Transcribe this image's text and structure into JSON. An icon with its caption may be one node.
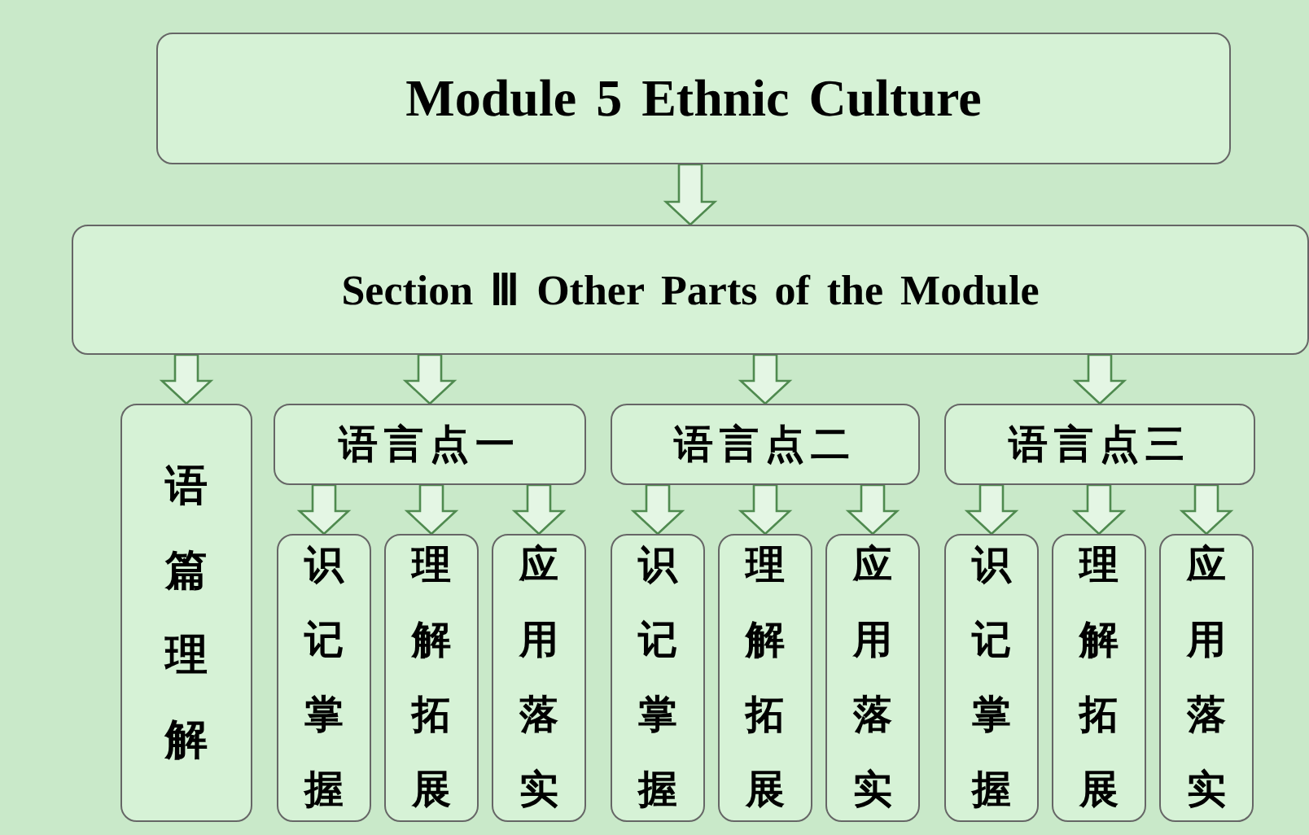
{
  "diagram": {
    "nodes": [
      {
        "text": [
          "Module 5 Ethnic Culture"
        ]
      },
      {
        "text": [
          "Section Ⅲ Other Parts of the Module"
        ]
      },
      {
        "text": [
          "语篇理解"
        ]
      },
      {
        "text": [
          "语言点一"
        ]
      },
      {
        "text": [
          "语言点二"
        ]
      },
      {
        "text": [
          "语言点三"
        ]
      },
      {
        "text": [
          "识记掌握"
        ]
      },
      {
        "text": [
          "理解拓展"
        ]
      },
      {
        "text": [
          "应用落实"
        ]
      },
      {
        "text": [
          "识记掌握"
        ]
      },
      {
        "text": [
          "理解拓展"
        ]
      },
      {
        "text": [
          "应用落实"
        ]
      },
      {
        "text": [
          "识记掌握"
        ]
      },
      {
        "text": [
          "理解拓展"
        ]
      },
      {
        "text": [
          "应用落实"
        ]
      }
    ],
    "edges": [
      {
        "from": 0,
        "to": 1,
        "arrow": "to"
      },
      {
        "from": 1,
        "to": 2,
        "arrow": "to"
      },
      {
        "from": 1,
        "to": 3,
        "arrow": "to"
      },
      {
        "from": 1,
        "to": 4,
        "arrow": "to"
      },
      {
        "from": 1,
        "to": 5,
        "arrow": "to"
      },
      {
        "from": 3,
        "to": 6,
        "arrow": "to"
      },
      {
        "from": 3,
        "to": 7,
        "arrow": "to"
      },
      {
        "from": 3,
        "to": 8,
        "arrow": "to"
      },
      {
        "from": 4,
        "to": 9,
        "arrow": "to"
      },
      {
        "from": 4,
        "to": 10,
        "arrow": "to"
      },
      {
        "from": 4,
        "to": 11,
        "arrow": "to"
      },
      {
        "from": 5,
        "to": 12,
        "arrow": "to"
      },
      {
        "from": 5,
        "to": 13,
        "arrow": "to"
      },
      {
        "from": 5,
        "to": 14,
        "arrow": "to"
      }
    ]
  }
}
